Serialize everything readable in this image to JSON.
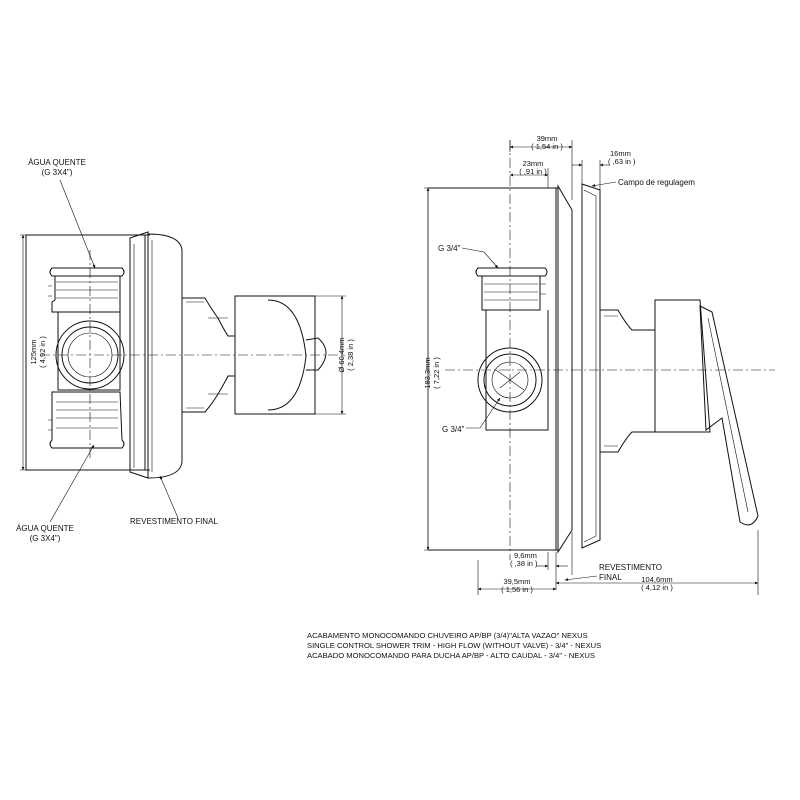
{
  "left_view": {
    "label_top": "ÁGUA QUENTE",
    "label_top_thread": "(G 3X4\")",
    "label_bottom": "ÁGUA QUENTE",
    "label_bottom_thread": "(G 3X4\")",
    "label_finish": "REVESTIMENTO FINAL",
    "dim_height_mm": "125mm",
    "dim_height_in": "( 4,92 in )",
    "dim_diam_mm": "Ø 60,4mm",
    "dim_diam_in": "( 2,38 in )"
  },
  "right_view": {
    "dim_39": "39mm",
    "dim_39_in": "( 1,54 in )",
    "dim_23": "23mm",
    "dim_23_in": "( ,91 in )",
    "dim_16": "16mm",
    "dim_16_in": "( ,63 in )",
    "label_adjust": "Campo de regulagem",
    "label_g_top": "G 3/4\"",
    "label_g_bottom": "G 3/4\"",
    "dim_height_mm": "183,3mm",
    "dim_height_in": "( 7,22 in )",
    "dim_9_6": "9,6mm",
    "dim_9_6_in": "( ,38 in )",
    "label_finish_1": "REVESTIMENTO",
    "label_finish_2": "FINAL",
    "dim_39_5": "39,5mm",
    "dim_39_5_in": "( 1,56 in )",
    "dim_104_6": "104,6mm",
    "dim_104_6_in": "( 4,12 in )"
  },
  "caption": {
    "line_pt": "ACABAMENTO MONOCOMANDO CHUVEIRO AP/BP (3/4)\"ALTA VAZAO\" NEXUS",
    "line_en": "SINGLE CONTROL SHOWER TRIM - HIGH FLOW (WITHOUT VALVE) - 3/4\" - NEXUS",
    "line_es": "ACABADO MONOCOMANDO PARA DUCHA AP/BP - ALTO CAUDAL - 3/4\" - NEXUS"
  }
}
